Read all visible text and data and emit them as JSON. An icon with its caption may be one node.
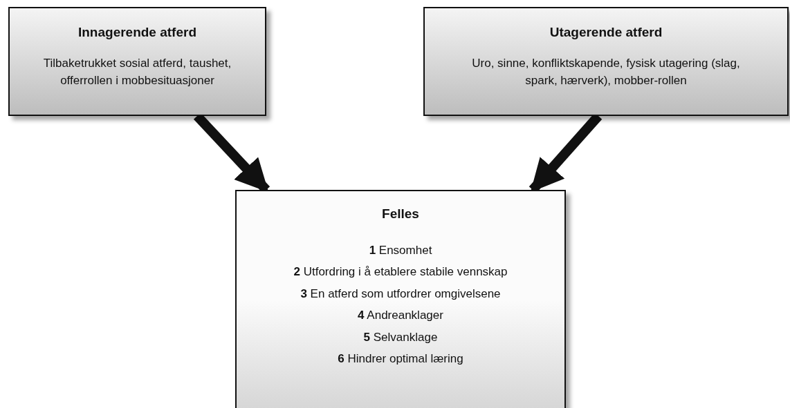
{
  "diagram": {
    "nodes": [
      {
        "text": [
          "Innagerende atferd",
          "Tilbaketrukket sosial atferd, taushet, offerrollen i mobbesituasjoner"
        ]
      },
      {
        "text": [
          "Utagerende atferd",
          "Uro, sinne, konfliktskapende, fysisk utagering (slag, spark, hærverk), mobber-rollen"
        ]
      },
      {
        "text": [
          "Felles",
          "**1** Ensomhet",
          "**2** Utfordring i å etablere stabile vennskap",
          "**3** En atferd som utfordrer omgivelsene",
          "**4** Andreanklager",
          "**5** Selvanklage",
          "**6** Hindrer optimal læring"
        ]
      }
    ],
    "edges": [
      {
        "from": 0,
        "to": 2,
        "arrow": "to"
      },
      {
        "from": 1,
        "to": 2,
        "arrow": "to"
      }
    ]
  }
}
